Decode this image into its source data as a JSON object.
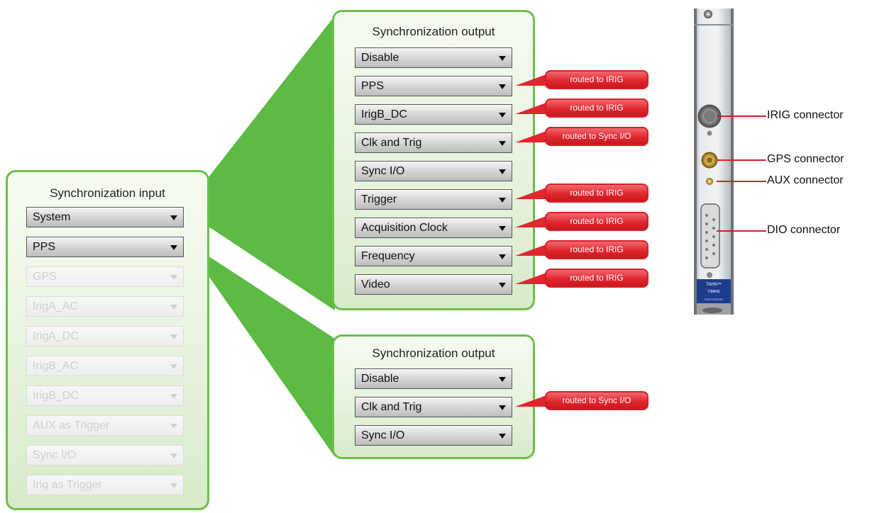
{
  "colors": {
    "panel_border": "#6cc04a",
    "wedge": "#5cba45",
    "callout": "#e1262f",
    "callout_border": "#d81f26",
    "connector_line": "#d81f26"
  },
  "input_panel": {
    "title": "Synchronization input",
    "dropdowns": [
      {
        "label": "System",
        "enabled": true
      },
      {
        "label": "PPS",
        "enabled": true
      },
      {
        "label": "GPS",
        "enabled": false
      },
      {
        "label": "IrigA_AC",
        "enabled": false
      },
      {
        "label": "IrigA_DC",
        "enabled": false
      },
      {
        "label": "IrigB_AC",
        "enabled": false
      },
      {
        "label": "IrigB_DC",
        "enabled": false
      },
      {
        "label": "AUX as Trigger",
        "enabled": false
      },
      {
        "label": "Sync I/O",
        "enabled": false
      },
      {
        "label": "Irig as Trigger",
        "enabled": false
      }
    ]
  },
  "output_panel_top": {
    "title": "Synchronization output",
    "dropdowns": [
      {
        "label": "Disable",
        "callout": ""
      },
      {
        "label": "PPS",
        "callout": "routed to IRIG"
      },
      {
        "label": "IrigB_DC",
        "callout": "routed to IRIG"
      },
      {
        "label": "Clk and Trig",
        "callout": "routed to Sync I/O"
      },
      {
        "label": "Sync I/O",
        "callout": ""
      },
      {
        "label": "Trigger",
        "callout": "routed to IRIG"
      },
      {
        "label": "Acquisition Clock",
        "callout": "routed to IRIG"
      },
      {
        "label": "Frequency",
        "callout": "routed to IRIG"
      },
      {
        "label": "Video",
        "callout": "routed to IRIG"
      }
    ]
  },
  "output_panel_bottom": {
    "title": "Synchronization output",
    "dropdowns": [
      {
        "label": "Disable",
        "callout": ""
      },
      {
        "label": "Clk and Trig",
        "callout": "routed to Sync I/O"
      },
      {
        "label": "Sync I/O",
        "callout": ""
      }
    ]
  },
  "module": {
    "connectors": [
      {
        "label": "IRIG connector"
      },
      {
        "label": "GPS connector"
      },
      {
        "label": "AUX connector"
      },
      {
        "label": "DIO connector"
      }
    ],
    "badge_line1": "TAHN™",
    "badge_line2": "TIMING",
    "badge_line3": "DIGITIZATION"
  }
}
